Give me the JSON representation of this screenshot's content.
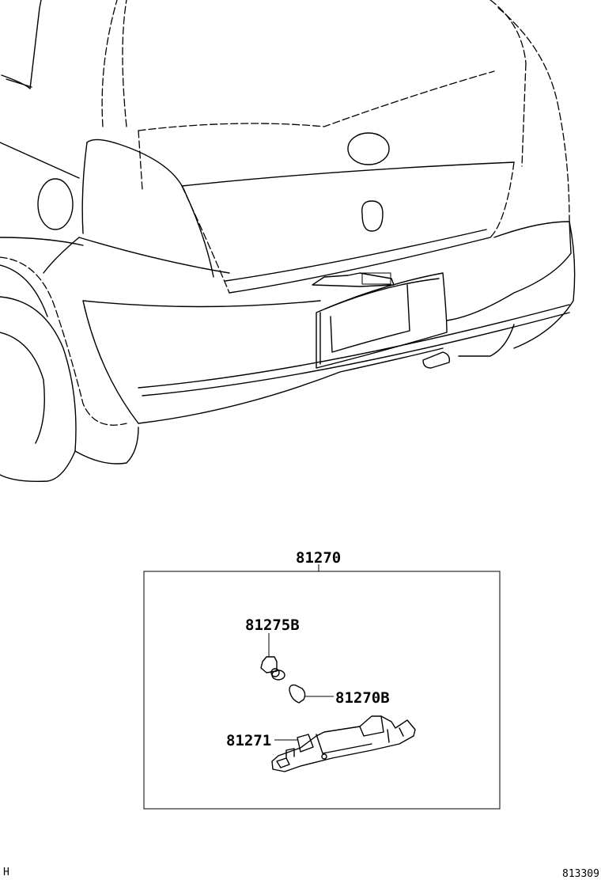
{
  "assembly": {
    "part_number": "81270"
  },
  "parts": [
    {
      "part_number": "81275B"
    },
    {
      "part_number": "81270B"
    },
    {
      "part_number": "81271"
    }
  ],
  "footer": {
    "left_code": "H",
    "right_code": "813309"
  }
}
